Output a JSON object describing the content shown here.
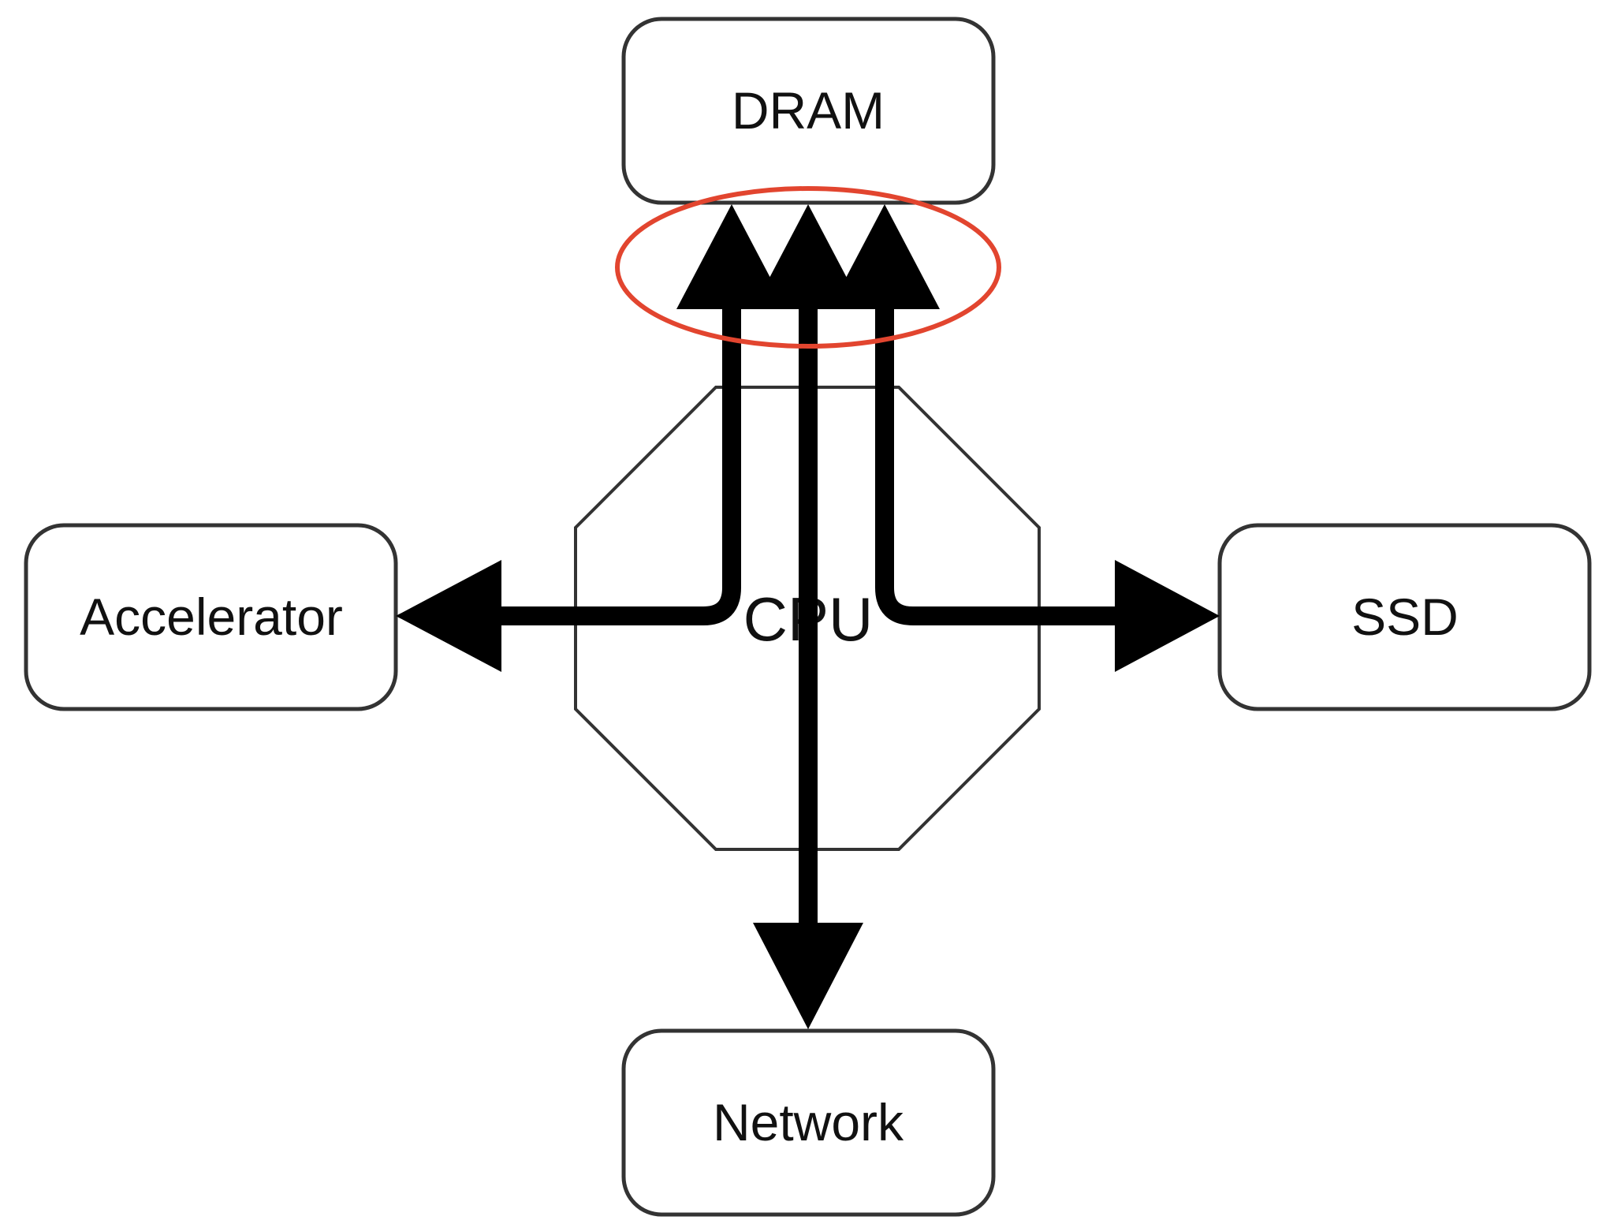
{
  "nodes": {
    "dram": "DRAM",
    "cpu": "CPU",
    "accelerator": "Accelerator",
    "ssd": "SSD",
    "network": "Network"
  },
  "colors": {
    "box_stroke": "#333333",
    "arrow": "#000000",
    "highlight": "#e2452f"
  }
}
